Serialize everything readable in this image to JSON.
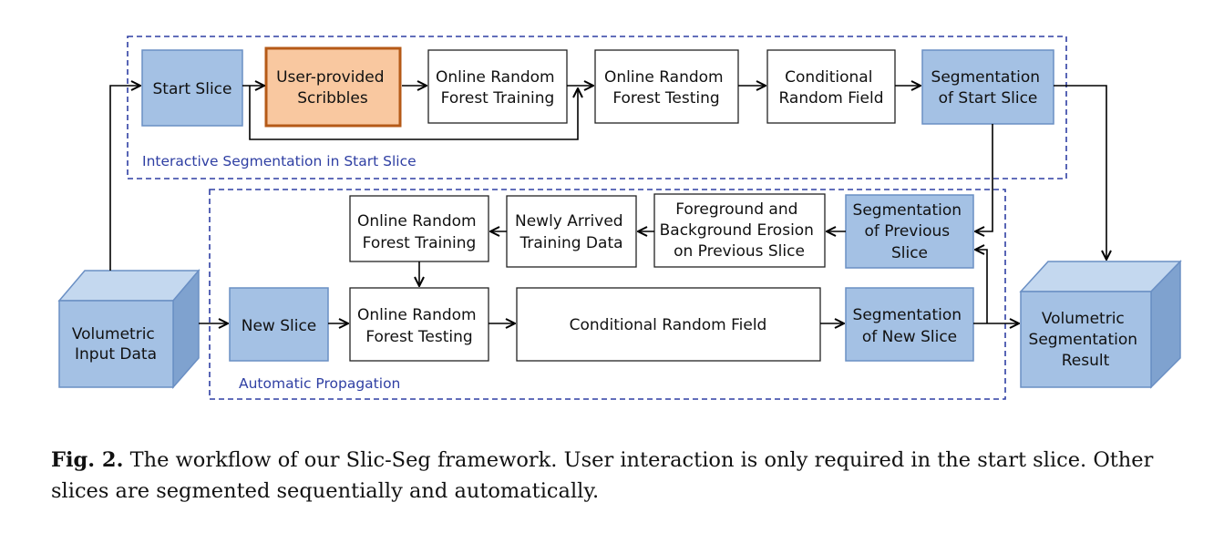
{
  "colors": {
    "blue_fill": "#a4c1e4",
    "blue_stroke": "#6a8fc4",
    "orange_fill": "#f9c8a0",
    "orange_stroke": "#b55a17",
    "region_border": "#2f3fa3"
  },
  "regions": {
    "interactive": "Interactive Segmentation in Start Slice",
    "propagation": "Automatic Propagation"
  },
  "nodes": {
    "start_slice": [
      "Start Slice"
    ],
    "user_scribbles": [
      "User-provided",
      "Scribbles"
    ],
    "orf_training_top": [
      "Online Random",
      "Forest Training"
    ],
    "orf_testing_top": [
      "Online Random",
      "Forest Testing"
    ],
    "crf_top": [
      "Conditional",
      "Random Field"
    ],
    "seg_start_slice": [
      "Segmentation",
      "of Start Slice"
    ],
    "orf_training_mid": [
      "Online Random",
      "Forest Training"
    ],
    "newly_arrived": [
      "Newly Arrived",
      "Training Data"
    ],
    "fg_bg_erosion": [
      "Foreground and",
      "Background Erosion",
      "on Previous Slice"
    ],
    "seg_prev_slice": [
      "Segmentation",
      "of Previous",
      "Slice"
    ],
    "new_slice": [
      "New Slice"
    ],
    "orf_testing_bottom": [
      "Online Random",
      "Forest Testing"
    ],
    "crf_bottom": [
      "Conditional Random Field"
    ],
    "seg_new_slice": [
      "Segmentation",
      "of New Slice"
    ],
    "volumetric_input": [
      "Volumetric",
      "Input Data"
    ],
    "volumetric_result": [
      "Volumetric",
      "Segmentation",
      "Result"
    ]
  },
  "caption": {
    "label": "Fig. 2.",
    "text": "The workflow of our Slic-Seg framework. User interaction is only required in the start slice. Other slices are segmented sequentially and automatically."
  }
}
